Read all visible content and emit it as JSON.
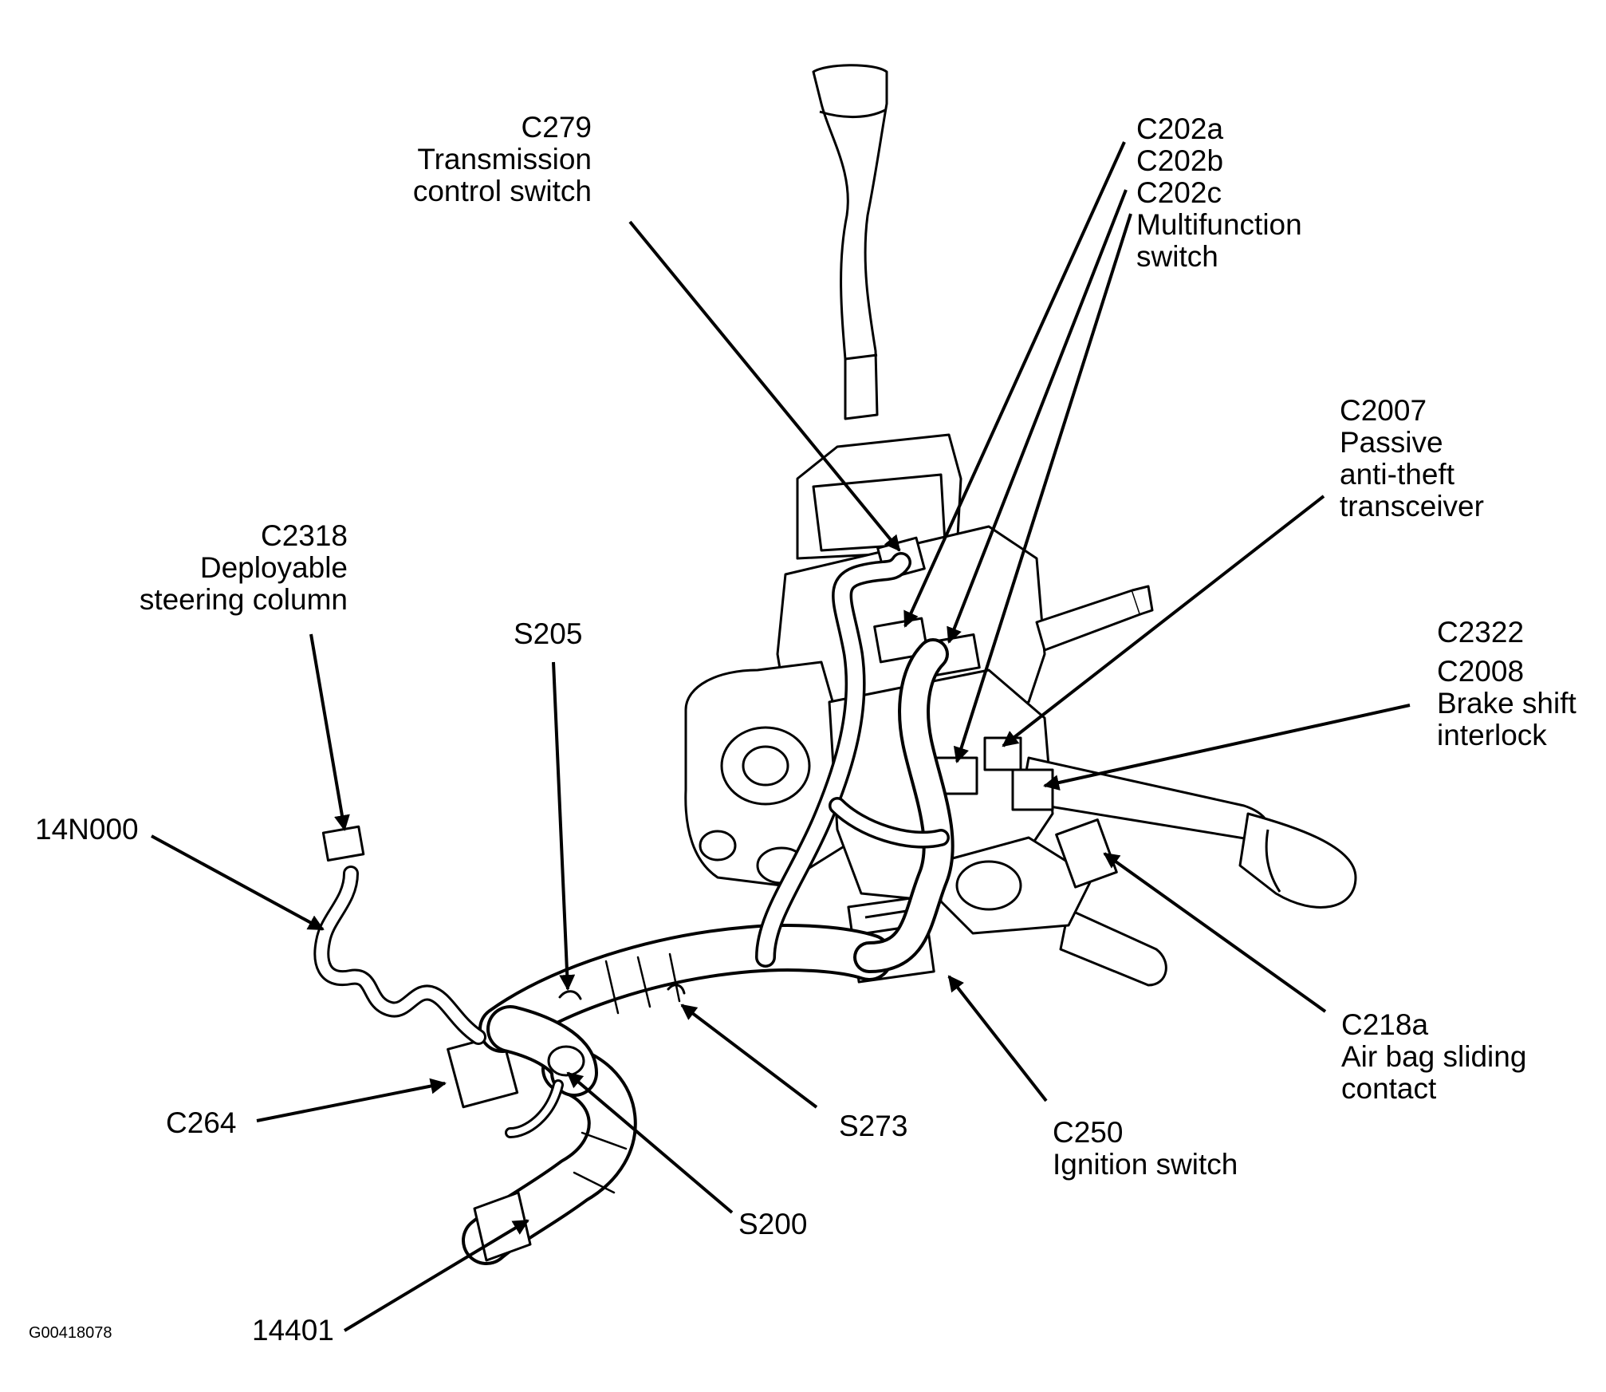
{
  "figure_id": "G00418078",
  "callouts": {
    "c279": {
      "code": "C279",
      "desc1": "Transmission",
      "desc2": "control switch"
    },
    "c202": {
      "code_a": "C202a",
      "code_b": "C202b",
      "code_c": "C202c",
      "desc1": "Multifunction",
      "desc2": "switch"
    },
    "c2007": {
      "code": "C2007",
      "desc1": "Passive",
      "desc2": "anti-theft",
      "desc3": "transceiver"
    },
    "c2318": {
      "code": "C2318",
      "desc1": "Deployable",
      "desc2": "steering column"
    },
    "s205": {
      "code": "S205"
    },
    "c2322": {
      "code": "C2322"
    },
    "c2008": {
      "code": "C2008",
      "desc1": "Brake shift",
      "desc2": "interlock"
    },
    "n14000": {
      "code": "14N000"
    },
    "c218a": {
      "code": "C218a",
      "desc1": "Air bag sliding",
      "desc2": "contact"
    },
    "c264": {
      "code": "C264"
    },
    "s273": {
      "code": "S273"
    },
    "c250": {
      "code": "C250",
      "desc1": "Ignition switch"
    },
    "s200": {
      "code": "S200"
    },
    "n14401": {
      "code": "14401"
    }
  }
}
